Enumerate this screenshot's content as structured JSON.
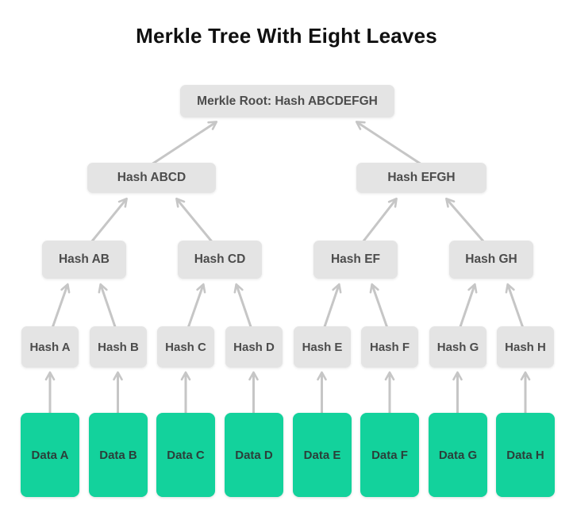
{
  "title": "Merkle Tree With Eight Leaves",
  "tree": {
    "root": "Merkle Root: Hash ABCDEFGH",
    "level2": [
      "Hash ABCD",
      "Hash EFGH"
    ],
    "level3": [
      "Hash AB",
      "Hash CD",
      "Hash EF",
      "Hash GH"
    ],
    "level4": [
      "Hash A",
      "Hash B",
      "Hash C",
      "Hash D",
      "Hash E",
      "Hash F",
      "Hash G",
      "Hash H"
    ],
    "leaves": [
      "Data A",
      "Data B",
      "Data C",
      "Data D",
      "Data E",
      "Data F",
      "Data G",
      "Data H"
    ]
  },
  "colors": {
    "hash_node_bg": "#e4e4e4",
    "hash_node_text": "#4c4c4c",
    "leaf_bg": "#13d29c",
    "leaf_text": "#2b3f3a",
    "arrow": "#c6c6c6",
    "title_text": "#101010",
    "background": "#ffffff"
  }
}
